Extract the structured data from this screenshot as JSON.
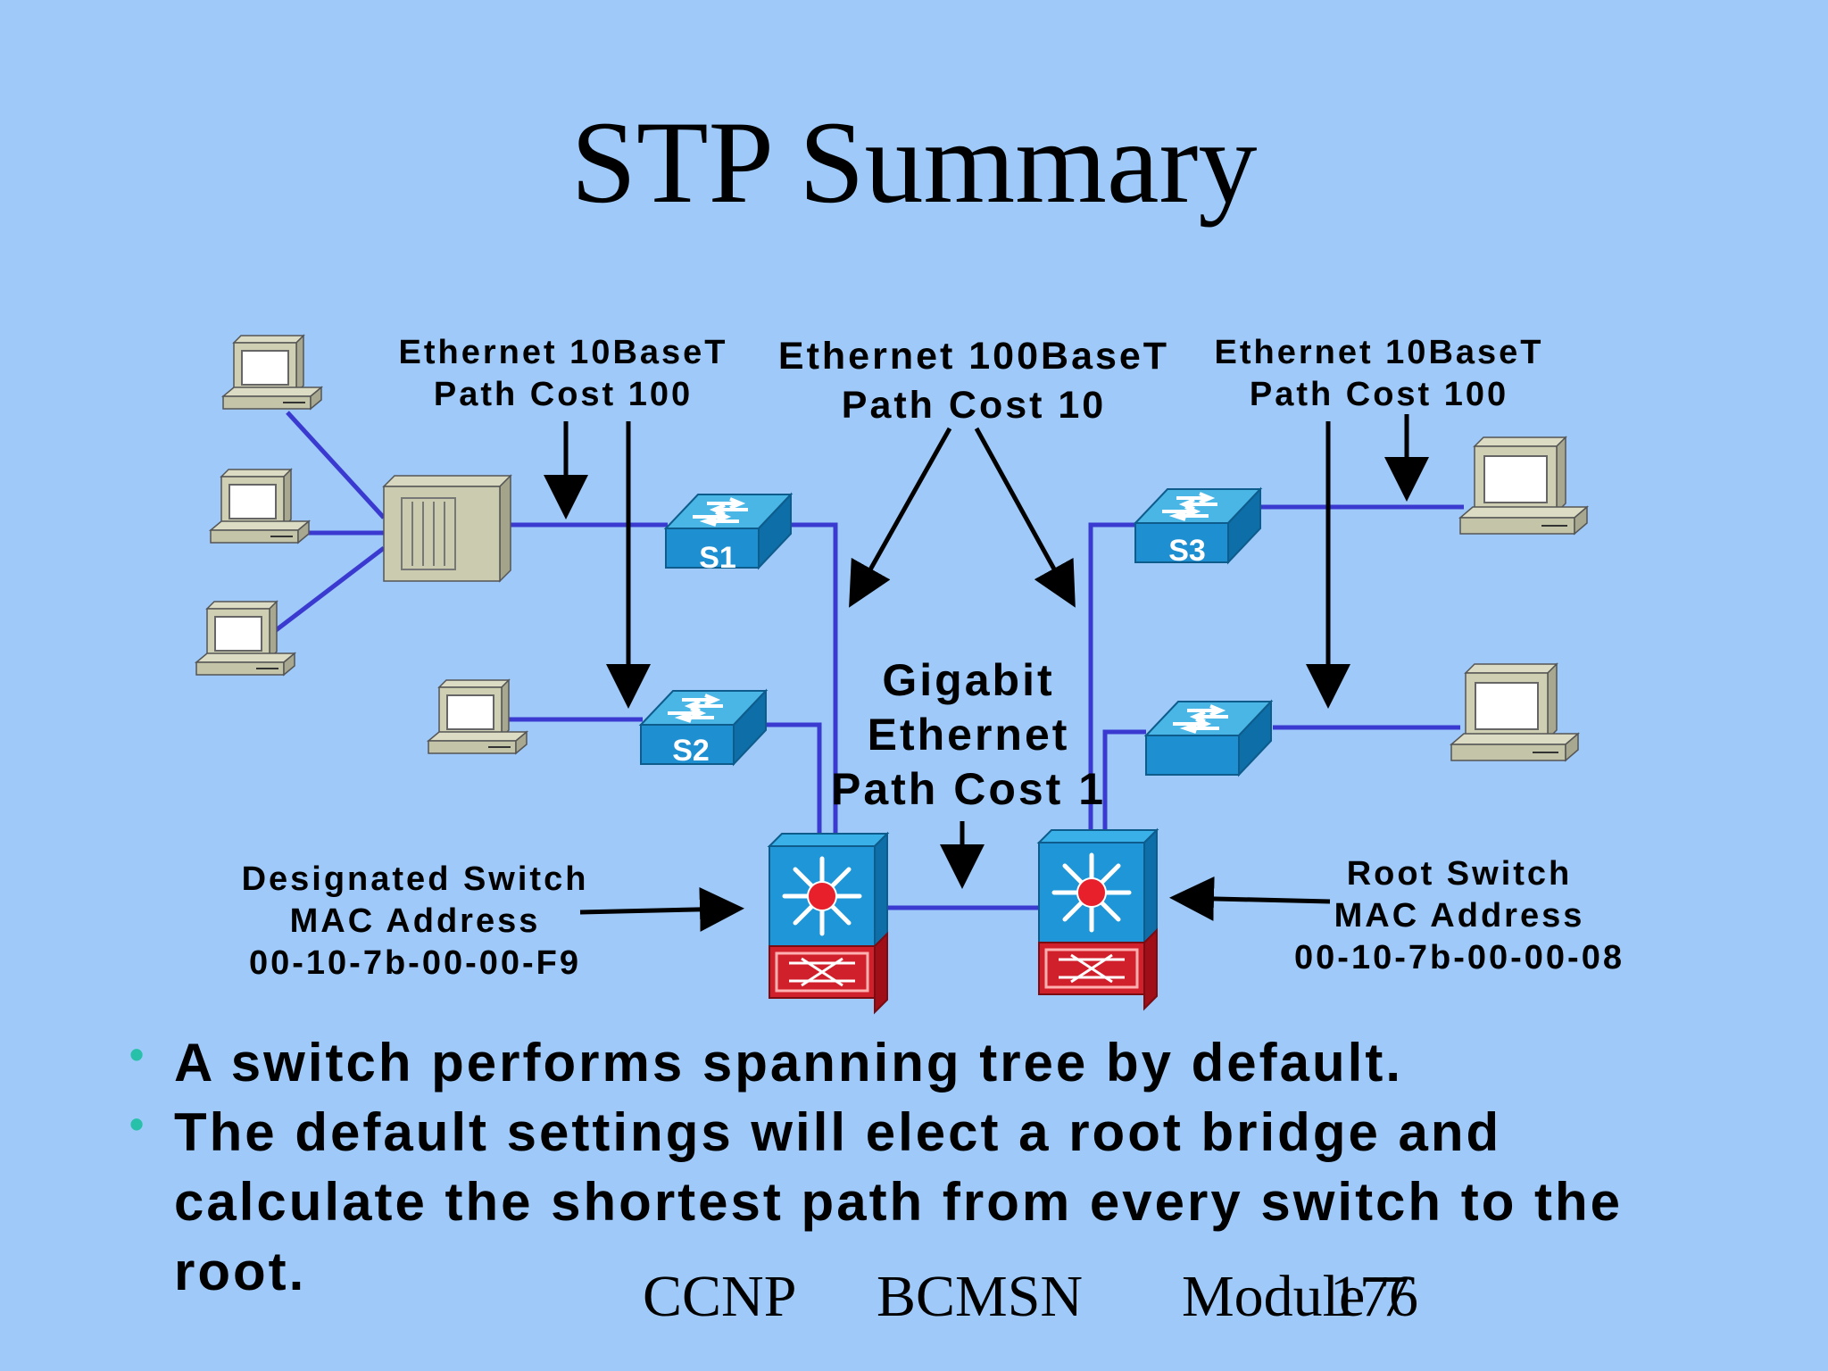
{
  "title": "STP Summary",
  "labels": {
    "left_link": [
      "Ethernet 10BaseT",
      "Path Cost 100"
    ],
    "center_link": [
      "Ethernet 100BaseT",
      "Path Cost 10"
    ],
    "right_link": [
      "Ethernet 10BaseT",
      "Path Cost 100"
    ],
    "gigabit": [
      "Gigabit",
      "Ethernet",
      "Path Cost 1"
    ],
    "designated": [
      "Designated Switch",
      "MAC Address",
      "00-10-7b-00-00-F9"
    ],
    "root": [
      "Root Switch",
      "MAC Address",
      "00-10-7b-00-00-08"
    ]
  },
  "switches": {
    "s1": "S1",
    "s2": "S2",
    "s3": "S3"
  },
  "bullets": [
    "A switch performs spanning tree by default.",
    "The default settings will elect a root bridge and calculate the shortest path from every switch to the root."
  ],
  "footer": {
    "course": "CCNP",
    "module_name": "BCMSN",
    "module": "Module 7",
    "page": "176"
  },
  "colors": {
    "background": "#9ec9f8",
    "link": "#3a3ad0",
    "switch": "#1e8fd0",
    "router_red": "#d0202c",
    "bullet": "#27c0a8"
  }
}
